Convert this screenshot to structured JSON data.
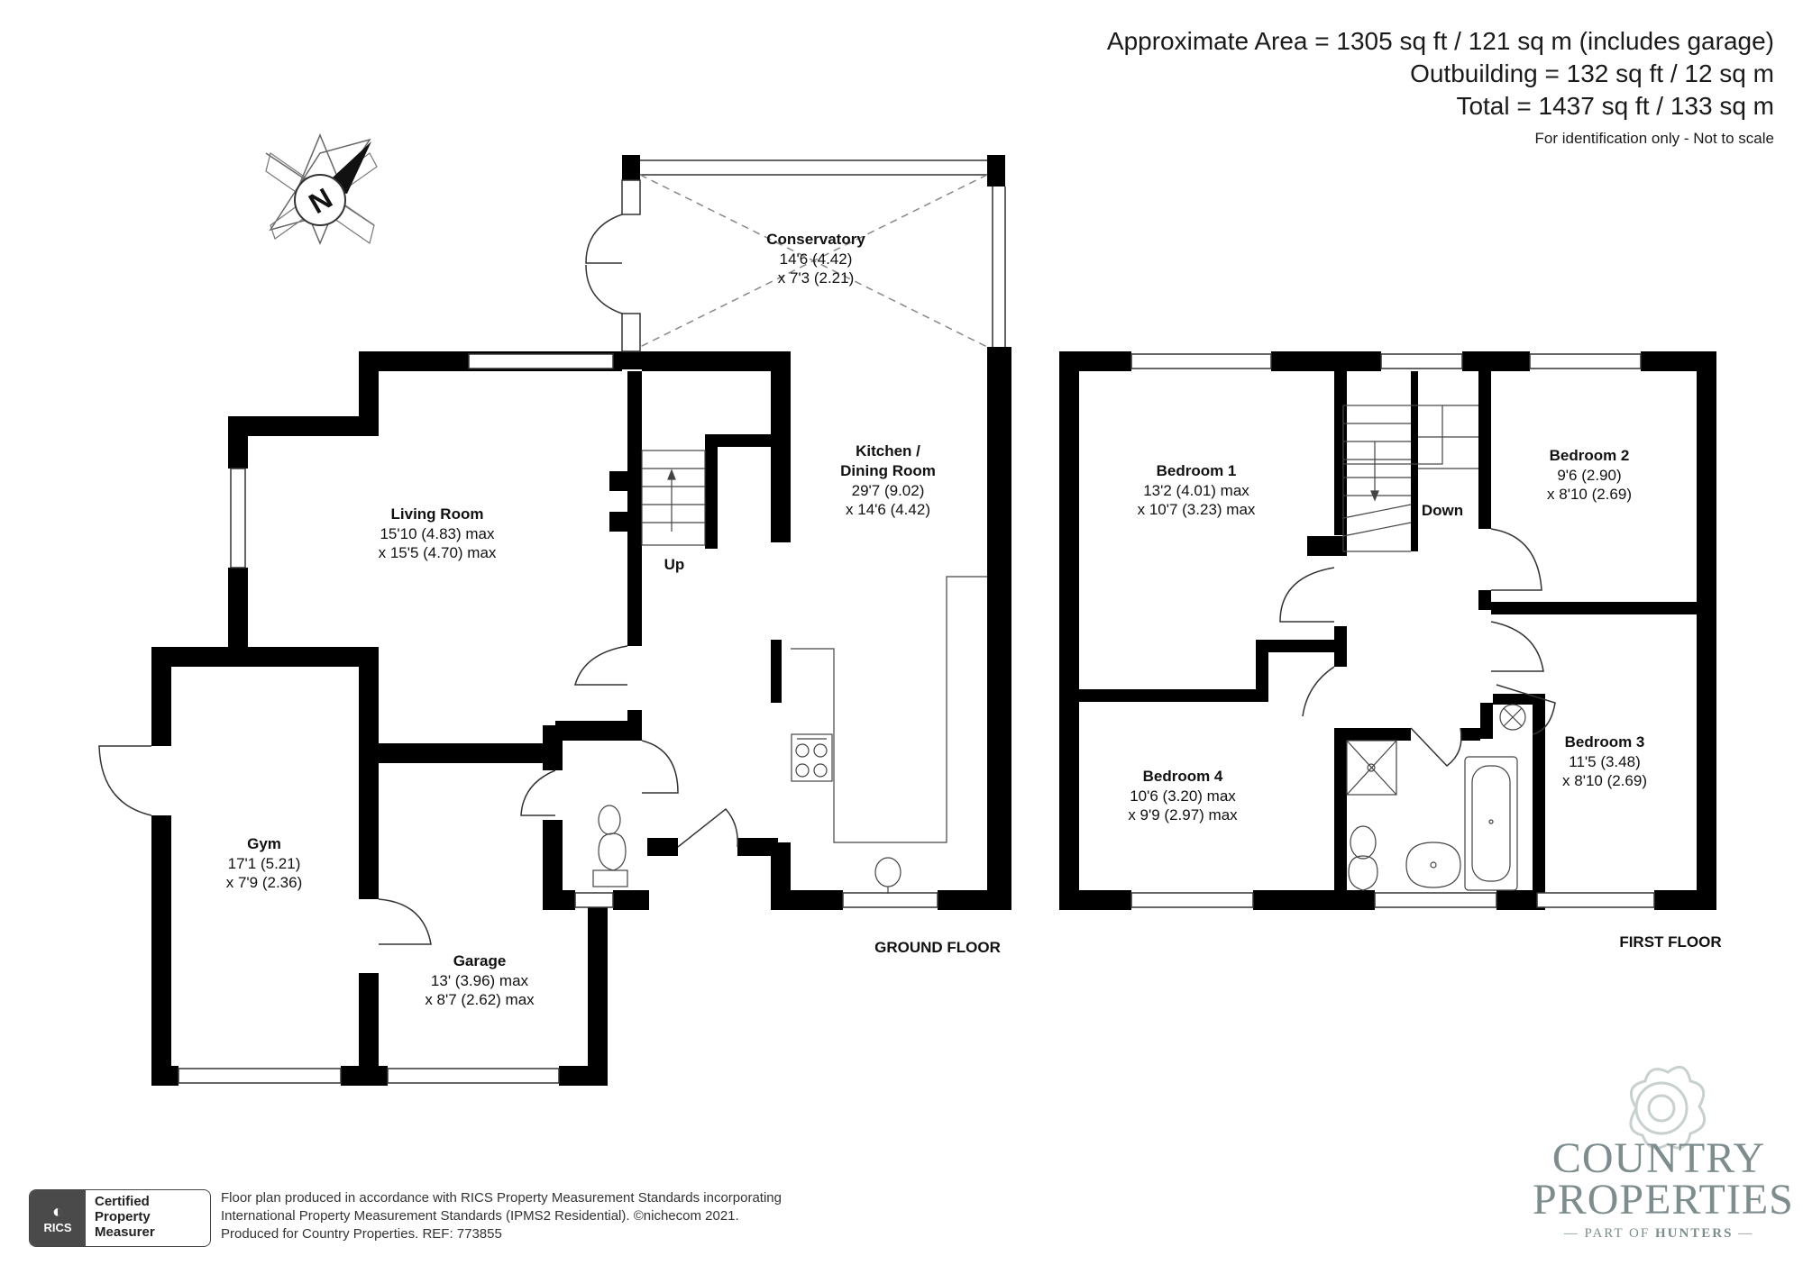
{
  "header": {
    "approx_area": "Approximate Area = 1305 sq ft / 121 sq m (includes garage)",
    "outbuilding": "Outbuilding = 132 sq ft / 12 sq m",
    "total": "Total = 1437 sq ft / 133 sq m",
    "note": "For identification only - Not to scale"
  },
  "compass": {
    "label": "N"
  },
  "ground_floor": {
    "label": "GROUND FLOOR",
    "stairs_label": "Up",
    "rooms": {
      "conservatory": {
        "name": "Conservatory",
        "dim1": "14'6 (4.42)",
        "dim2": "x 7'3 (2.21)"
      },
      "living": {
        "name": "Living Room",
        "dim1": "15'10 (4.83) max",
        "dim2": "x 15'5 (4.70) max"
      },
      "kitchen": {
        "name": "Kitchen /",
        "name2": "Dining Room",
        "dim1": "29'7 (9.02)",
        "dim2": "x 14'6 (4.42)"
      },
      "gym": {
        "name": "Gym",
        "dim1": "17'1 (5.21)",
        "dim2": "x 7'9 (2.36)"
      },
      "garage": {
        "name": "Garage",
        "dim1": "13' (3.96) max",
        "dim2": "x 8'7 (2.62) max"
      }
    }
  },
  "first_floor": {
    "label": "FIRST FLOOR",
    "stairs_label": "Down",
    "rooms": {
      "bedroom1": {
        "name": "Bedroom 1",
        "dim1": "13'2 (4.01) max",
        "dim2": "x 10'7 (3.23) max"
      },
      "bedroom2": {
        "name": "Bedroom 2",
        "dim1": "9'6 (2.90)",
        "dim2": "x 8'10 (2.69)"
      },
      "bedroom3": {
        "name": "Bedroom 3",
        "dim1": "11'5 (3.48)",
        "dim2": "x 8'10 (2.69)"
      },
      "bedroom4": {
        "name": "Bedroom 4",
        "dim1": "10'6 (3.20) max",
        "dim2": "x 9'9 (2.97) max"
      }
    }
  },
  "footer": {
    "line1": "Floor plan produced in accordance with RICS Property Measurement Standards incorporating",
    "line2": "International Property Measurement Standards (IPMS2 Residential).   ©nichecom 2021.",
    "line3": "Produced for Country Properties.   REF: 773855",
    "badge_org": "RICS",
    "badge_l1": "Certified",
    "badge_l2": "Property",
    "badge_l3": "Measurer"
  },
  "brand": {
    "line1": "COUNTRY",
    "line2": "PROPERTIES",
    "line3a": "PART OF",
    "line3b": "HUNTERS"
  },
  "colors": {
    "wall": "#000000",
    "line": "#333333",
    "brand": "#7d8c8c"
  }
}
